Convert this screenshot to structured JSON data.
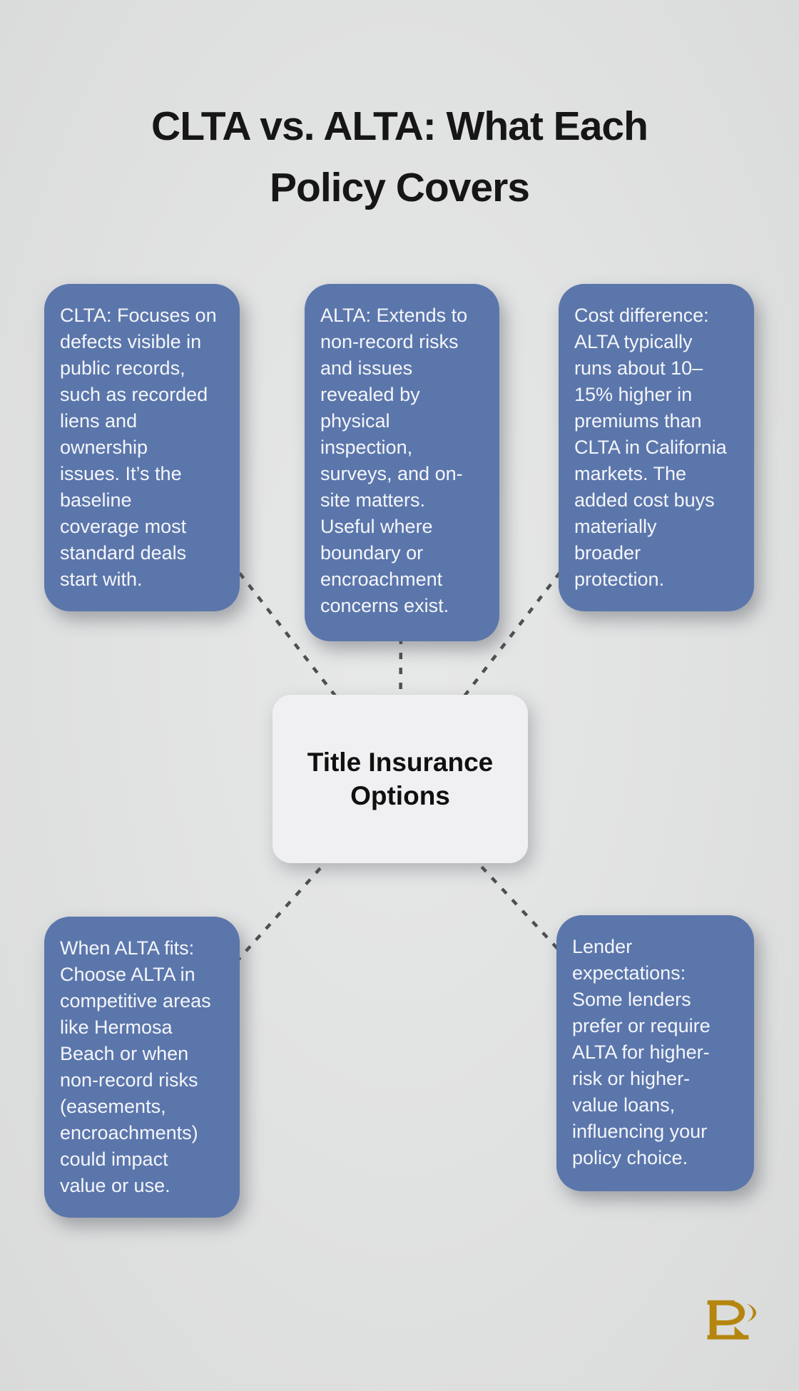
{
  "page": {
    "title": "CLTA vs. ALTA: What Each\nPolicy Covers"
  },
  "diagram": {
    "center": {
      "label": "Title Insurance\nOptions"
    },
    "nodes": [
      {
        "id": "clta-coverage",
        "text": "CLTA: Focuses on\ndefects visible in\npublic records,\nsuch as recorded\nliens and\nownership\nissues. It’s the\nbaseline\ncoverage most\nstandard deals\nstart with."
      },
      {
        "id": "alta-coverage",
        "text": "ALTA: Extends to\nnon-record risks\nand issues\nrevealed by\nphysical\ninspection,\nsurveys, and on-\nsite matters.\nUseful where\nboundary or\nencroachment\nconcerns exist."
      },
      {
        "id": "cost-difference",
        "text": "Cost difference:\nALTA typically\nruns about 10–\n15% higher in\npremiums than\nCLTA in California\nmarkets. The\nadded cost buys\nmaterially\nbroader\nprotection."
      },
      {
        "id": "when-alta-fits",
        "text": "When ALTA fits:\nChoose ALTA in\ncompetitive areas\nlike Hermosa\nBeach or when\nnon-record risks\n(easements,\nencroachments)\ncould impact\nvalue or use."
      },
      {
        "id": "lender-expectations",
        "text": "Lender\nexpectations:\nSome lenders\nprefer or require\nALTA for higher-\nrisk or higher-\nvalue loans,\ninfluencing your\npolicy choice."
      }
    ]
  },
  "branding": {
    "logo_name": "LP monogram"
  },
  "colors": {
    "background": "#e0e1e1",
    "node_fill": "#5b76ab",
    "node_text": "#f4f6fa",
    "center_fill": "#f0f0f2",
    "connector": "#4e4f51",
    "title_text": "#161616",
    "logo_gold": "#b5860f"
  }
}
